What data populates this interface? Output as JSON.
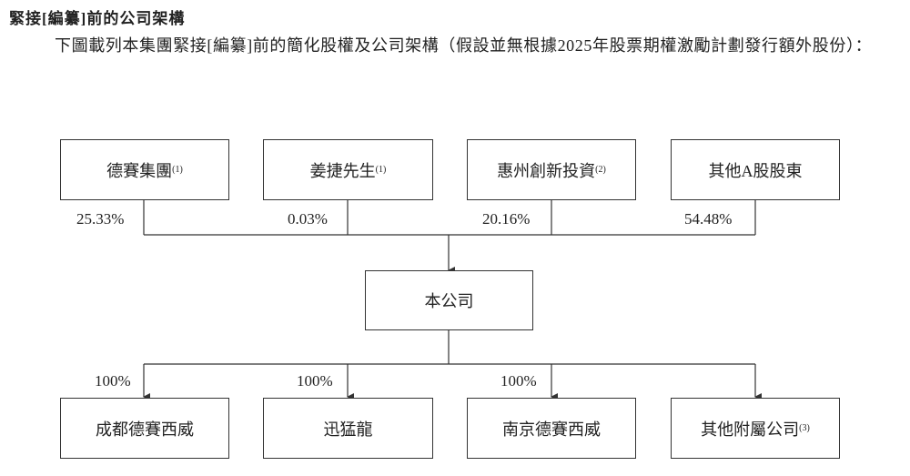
{
  "heading": "緊接[編纂]前的公司架構",
  "paragraph": "下圖載列本集團緊接[編纂]前的簡化股權及公司架構（假設並無根據2025年股票期權激勵計劃發行額外股份）：",
  "shareholders": [
    {
      "name": "德賽集團",
      "note": "(1)",
      "percent": "25.33%"
    },
    {
      "name": "姜捷先生",
      "note": "(1)",
      "percent": "0.03%"
    },
    {
      "name": "惠州創新投資",
      "note": "(2)",
      "percent": "20.16%"
    },
    {
      "name": "其他A股股東",
      "note": "",
      "percent": "54.48%"
    }
  ],
  "company": "本公司",
  "subsidiaries": [
    {
      "name": "成都德賽西威",
      "note": "",
      "percent": "100%"
    },
    {
      "name": "迅猛龍",
      "note": "",
      "percent": "100%"
    },
    {
      "name": "南京德賽西威",
      "note": "",
      "percent": "100%"
    },
    {
      "name": "其他附屬公司",
      "note": "(3)",
      "percent": ""
    }
  ]
}
